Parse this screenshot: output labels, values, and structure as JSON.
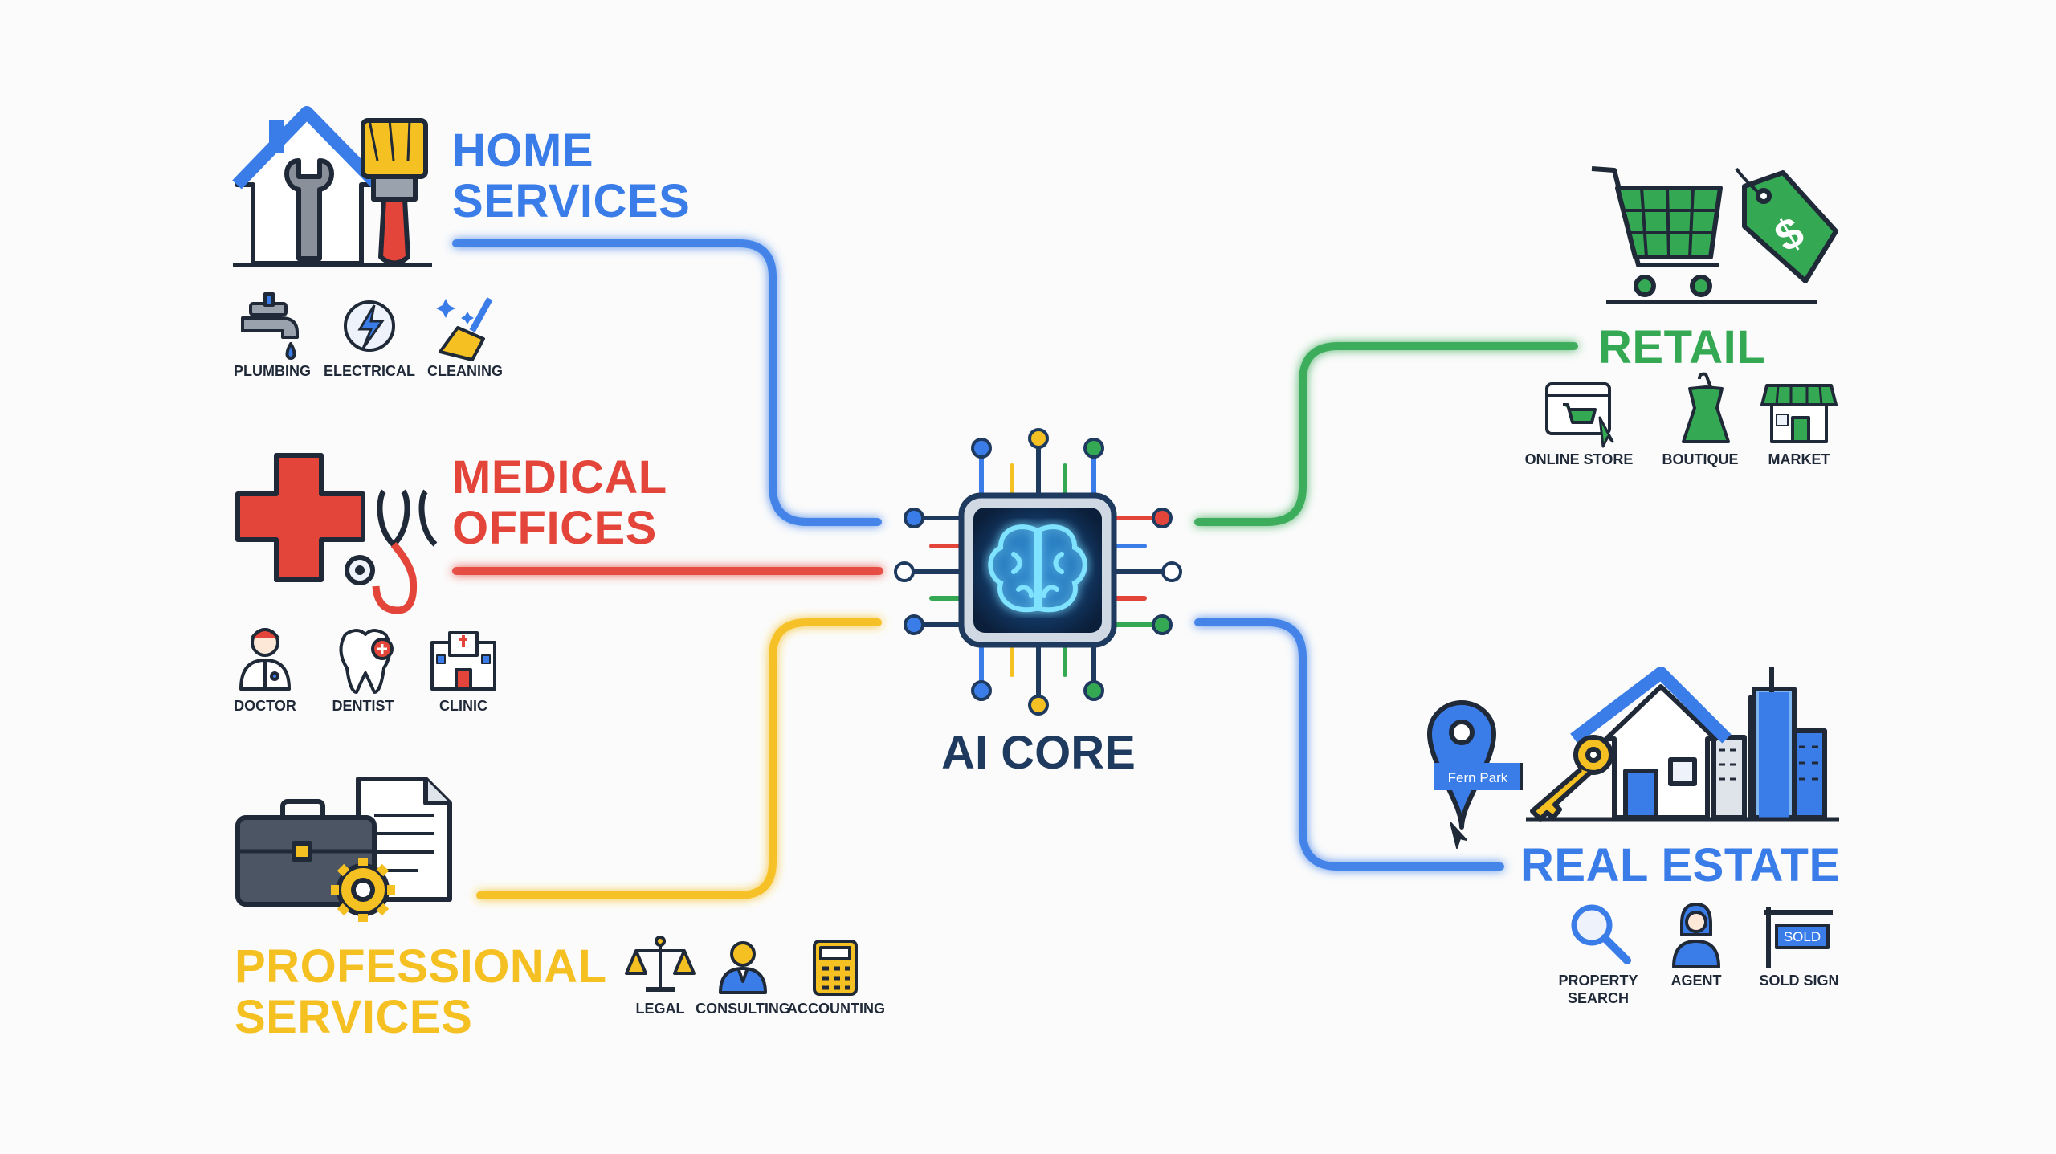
{
  "colors": {
    "blue": "#3b7de8",
    "red": "#e4453a",
    "yellow": "#f5c022",
    "green": "#34a853",
    "navy": "#1f3a5f",
    "dark": "#1f2937"
  },
  "center": {
    "label": "AI CORE",
    "icon": "brain-chip-icon"
  },
  "sectors": {
    "home": {
      "title_line1": "HOME",
      "title_line2": "SERVICES",
      "icon": "house-wrench-brush-icon",
      "items": [
        {
          "label": "PLUMBING",
          "icon": "faucet-icon"
        },
        {
          "label": "ELECTRICAL",
          "icon": "lightning-icon"
        },
        {
          "label": "CLEANING",
          "icon": "broom-icon"
        }
      ]
    },
    "medical": {
      "title_line1": "MEDICAL",
      "title_line2": "OFFICES",
      "icon": "medical-cross-stethoscope-icon",
      "items": [
        {
          "label": "DOCTOR",
          "icon": "doctor-icon"
        },
        {
          "label": "DENTIST",
          "icon": "tooth-icon"
        },
        {
          "label": "CLINIC",
          "icon": "clinic-building-icon"
        }
      ]
    },
    "professional": {
      "title_line1": "PROFESSIONAL",
      "title_line2": "SERVICES",
      "icon": "briefcase-gear-document-icon",
      "items": [
        {
          "label": "LEGAL",
          "icon": "scales-icon"
        },
        {
          "label": "CONSULTING",
          "icon": "consultant-icon"
        },
        {
          "label": "ACCOUNTING",
          "icon": "calculator-icon"
        }
      ]
    },
    "retail": {
      "title": "RETAIL",
      "icon": "shopping-cart-price-tag-icon",
      "items": [
        {
          "label": "ONLINE STORE",
          "icon": "browser-cart-icon"
        },
        {
          "label": "BOUTIQUE",
          "icon": "dress-icon"
        },
        {
          "label": "MARKET",
          "icon": "storefront-icon"
        }
      ]
    },
    "realestate": {
      "title": "REAL ESTATE",
      "icon": "house-key-buildings-icon",
      "pin_label": "Fern Park",
      "items": [
        {
          "label_line1": "PROPERTY",
          "label_line2": "SEARCH",
          "icon": "magnifier-icon"
        },
        {
          "label_line1": "AGENT",
          "label_line2": "",
          "icon": "agent-icon"
        },
        {
          "label_line1": "SOLD SIGN",
          "label_line2": "",
          "icon": "sold-sign-icon",
          "sign_text": "SOLD"
        }
      ]
    }
  }
}
